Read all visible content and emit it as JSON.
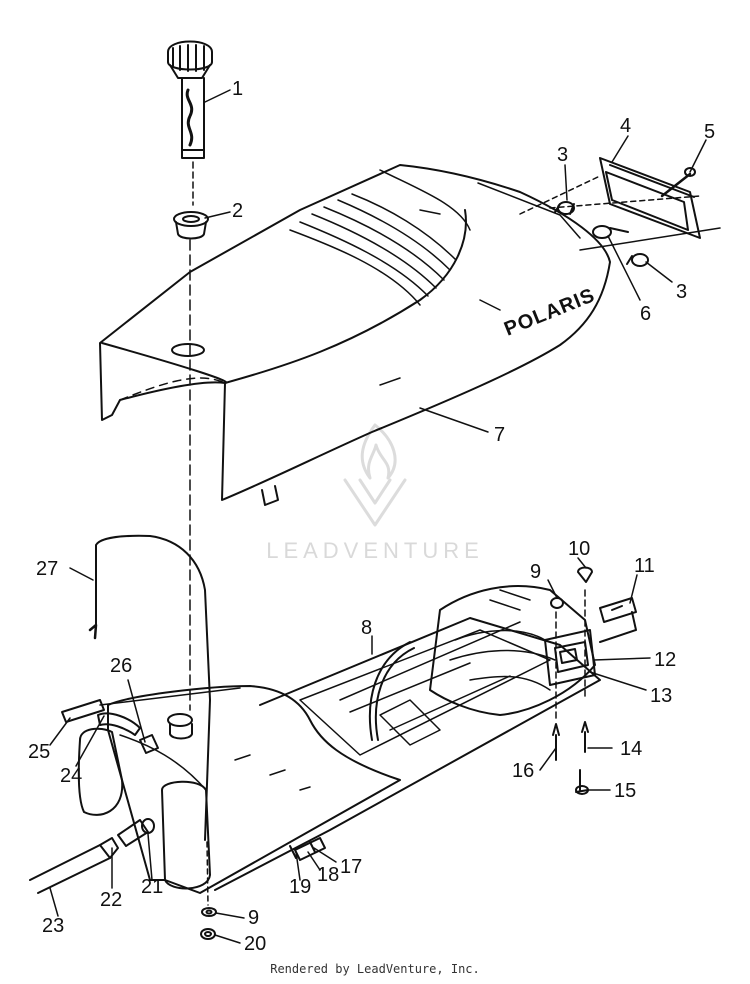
{
  "diagram": {
    "callouts": {
      "c1": "1",
      "c2": "2",
      "c3a": "3",
      "c3b": "3",
      "c4": "4",
      "c5": "5",
      "c6": "6",
      "c7": "7",
      "c8": "8",
      "c9a": "9",
      "c9b": "9",
      "c10": "10",
      "c11": "11",
      "c12": "12",
      "c13": "13",
      "c14": "14",
      "c15": "15",
      "c16": "16",
      "c17": "17",
      "c18": "18",
      "c19": "19",
      "c20": "20",
      "c21": "21",
      "c22": "22",
      "c23": "23",
      "c24": "24",
      "c25": "25",
      "c26": "26",
      "c27": "27"
    },
    "seat_brand": "POLARIS",
    "watermark": "LEADVENTURE"
  },
  "footer": "Rendered by LeadVenture, Inc."
}
